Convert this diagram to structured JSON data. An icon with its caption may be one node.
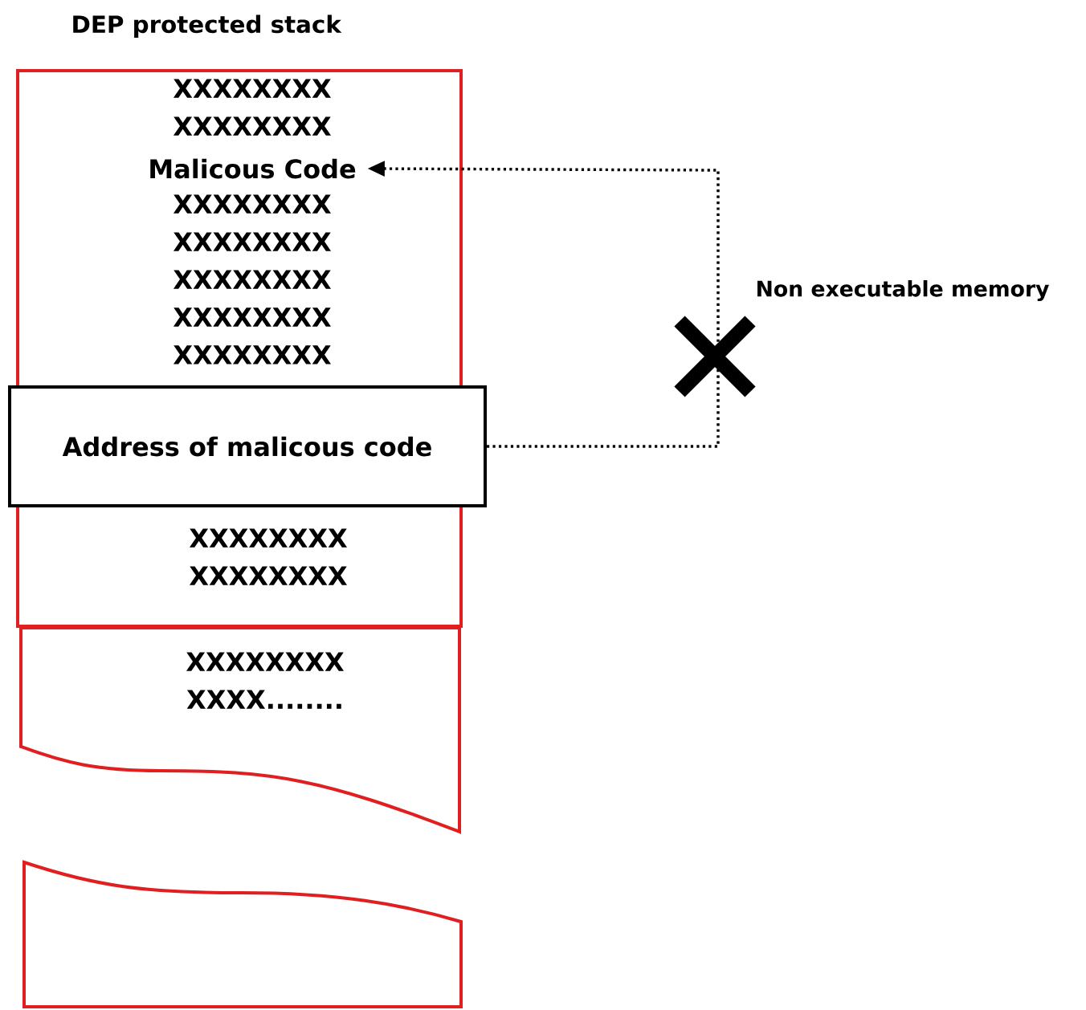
{
  "diagram": {
    "title": "DEP protected stack",
    "nodes": [
      {
        "text": [
          "XXXXXXXX XXXXXXXX",
          "XXXXXXXX XXXXXXXX XXXXXXXX XXXXXXXX XXXXXXXX",
          "XXXXXXXX XXXXXXXX"
        ]
      },
      {
        "text": [
          "Malicous Code"
        ],
        "in": 0
      },
      {
        "text": [
          "Address of malicous code"
        ]
      },
      {
        "text": [
          "XXXXXXXX XXXX........"
        ]
      },
      {
        "text": [],
        "shape": "box"
      }
    ],
    "edges": [
      {
        "from": 2,
        "to": 1,
        "arrow": "to",
        "style": "dashed"
      }
    ],
    "labels": [
      "Non executable memory"
    ]
  }
}
